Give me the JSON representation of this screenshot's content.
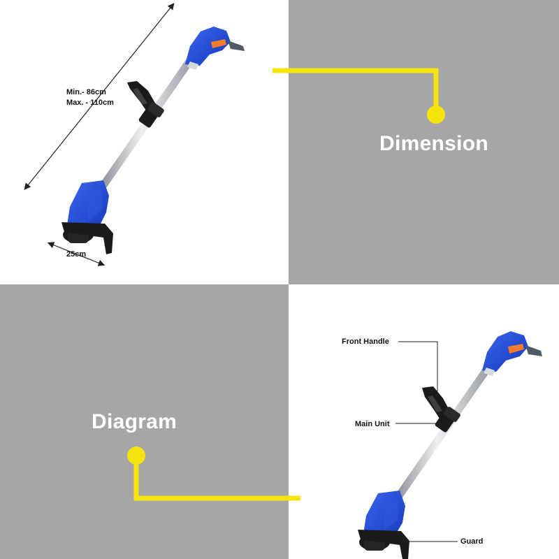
{
  "sections": {
    "dimension_title": "Dimension",
    "diagram_title": "Diagram"
  },
  "dimensions": {
    "length_min": "Min.- 86cm",
    "length_max": "Max. - 110cm",
    "width": "25cm"
  },
  "parts": {
    "front_handle": "Front Handle",
    "main_unit": "Main Unit",
    "guard": "Guard"
  },
  "colors": {
    "accent_yellow": "#f6e40f",
    "panel_gray": "#a7a6a7",
    "tool_blue": "#1f49d6",
    "tool_black": "#1b1b1b",
    "shaft_silver": "#c9cdd3"
  }
}
